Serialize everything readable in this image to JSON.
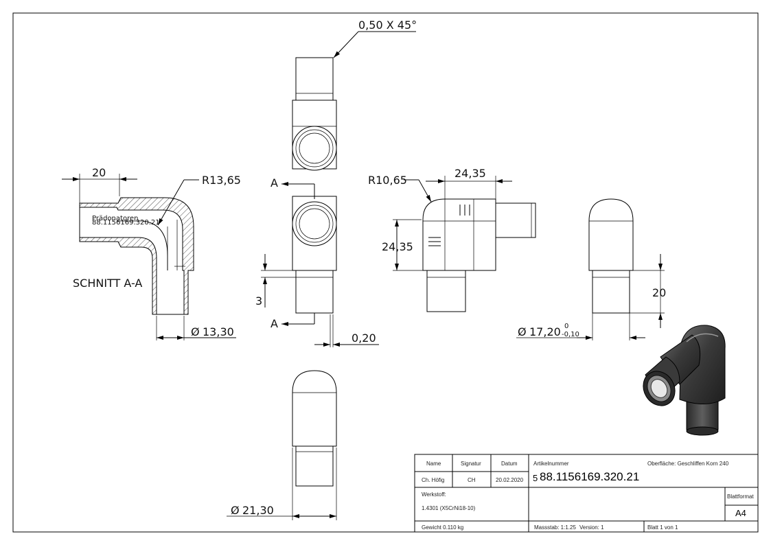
{
  "dimensions": {
    "chamfer": "0,50 X 45°",
    "top_left_20": "20",
    "r13": "R13,65",
    "section_label": "SCHNITT A-A",
    "dia_13": "13,30",
    "section_mark_a": "A",
    "dim_3": "3",
    "dim_020": "0,20",
    "r10": "R10,65",
    "dim_2435_h": "24,35",
    "dim_2435_v": "24,35",
    "dim_20_right": "20",
    "dia_17": "17,20",
    "tol_upper": "0",
    "tol_lower": "-0,10",
    "dia_21": "21,30",
    "dia_symbol": "Ø"
  },
  "titleblock": {
    "col_name": "Name",
    "col_signatur": "Signatur",
    "col_datum": "Datum",
    "name": "Ch. Höfig",
    "signatur": "CH",
    "datum": "20.02.2020",
    "artikel_label": "Artikelnummer",
    "artikel_prefix": "5",
    "artikel_nr": "88.1156169.320.21",
    "oberflaeche": "Oberfläche:  Geschliffen Korn 240",
    "werkstoff_label": "Werkstoff:",
    "werkstoff": "1.4301 (X5CrNi18-10)",
    "blattformat_label": "Blattformat",
    "blattformat": "A4",
    "gewicht": "Gewicht 0.110 kg",
    "massstab": "Massstab: 1:1.25",
    "version": "Version: 1",
    "blatt": "Blatt 1 von 1"
  }
}
